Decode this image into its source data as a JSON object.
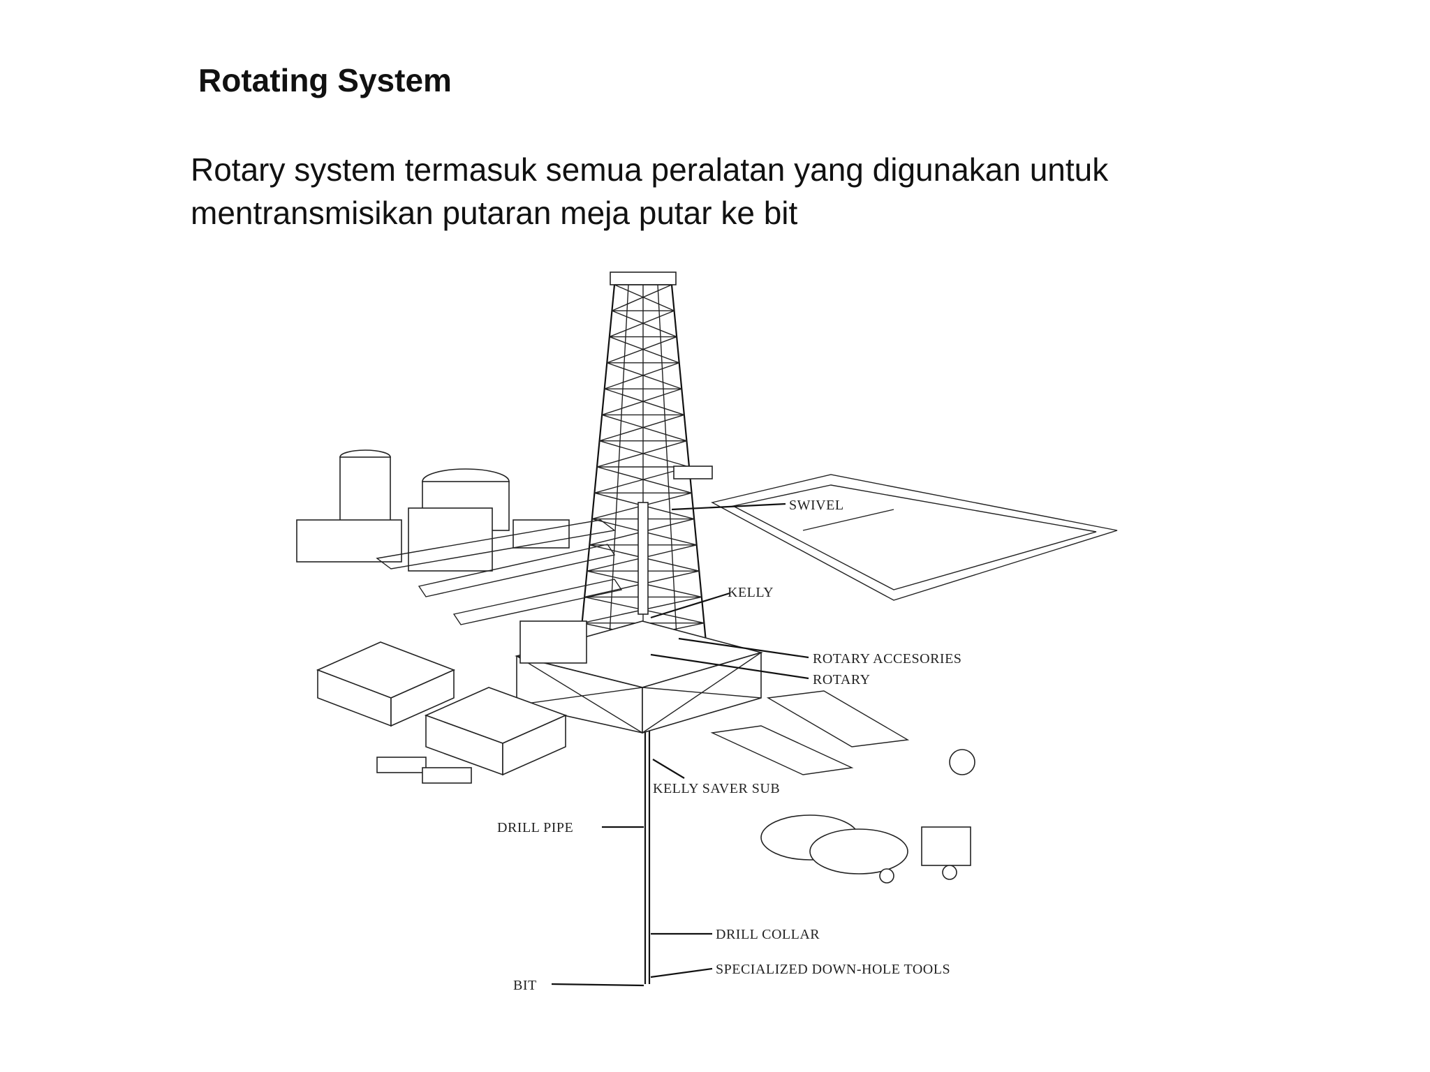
{
  "slide": {
    "title": "Rotating System",
    "description_line1": "Rotary system termasuk semua peralatan yang digunakan untuk",
    "description_line2": "mentransmisikan putaran meja putar ke bit"
  },
  "diagram": {
    "labels": {
      "swivel": "SWIVEL",
      "kelly": "KELLY",
      "rotary_accessories": "ROTARY ACCESORIES",
      "rotary": "ROTARY",
      "kelly_saver_sub": "KELLY SAVER SUB",
      "drill_pipe": "DRILL PIPE",
      "drill_collar": "DRILL COLLAR",
      "down_hole_tools": "SPECIALIZED DOWN-HOLE TOOLS",
      "bit": "BIT"
    }
  }
}
